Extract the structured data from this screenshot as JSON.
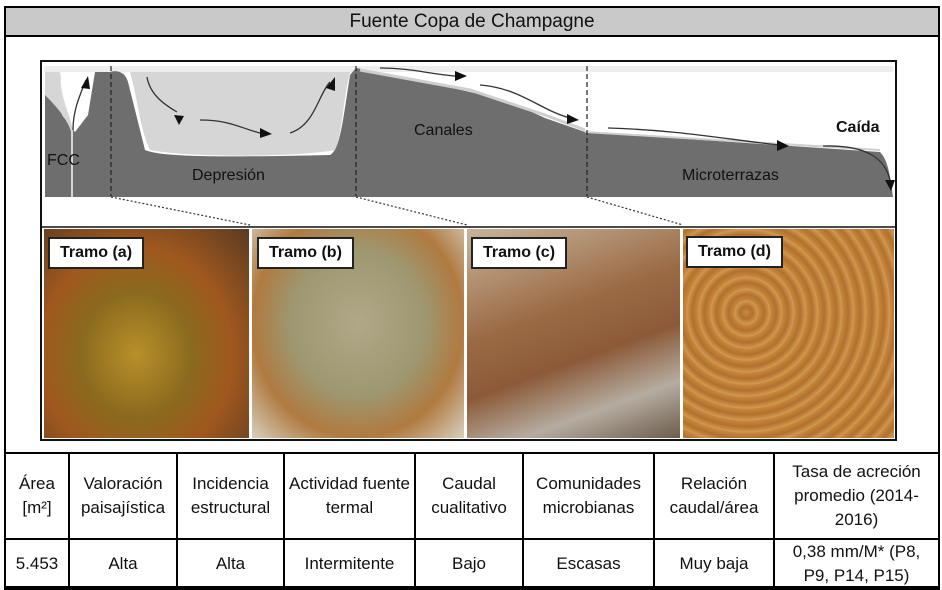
{
  "title": "Fuente Copa de Champagne",
  "diagram": {
    "labels": {
      "fcc": "FCC",
      "depresion": "Depresión",
      "canales": "Canales",
      "microterrazas": "Microterrazas",
      "caida": "Caída"
    }
  },
  "tramos": [
    "Tramo (a)",
    "Tramo (b)",
    "Tramo (c)",
    "Tramo (d)"
  ],
  "table": {
    "headers": [
      "Área [m²]",
      "Valoración paisajística",
      "Incidencia estructural",
      "Actividad fuente termal",
      "Caudal cualitativo",
      "Comunidades microbianas",
      "Relación caudal/área",
      "Tasa de acreción promedio (2014-2016)"
    ],
    "row": [
      "5.453",
      "Alta",
      "Alta",
      "Intermitente",
      "Bajo",
      "Escasas",
      "Muy baja",
      "0,38 mm/M* (P8, P9, P14, P15)"
    ]
  }
}
